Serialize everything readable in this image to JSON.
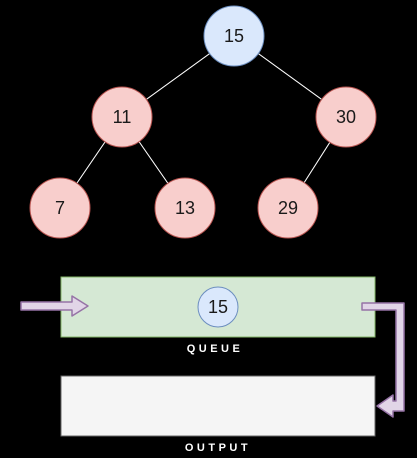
{
  "tree": {
    "nodes": [
      {
        "id": "n15",
        "label": "15",
        "role": "root"
      },
      {
        "id": "n11",
        "label": "11"
      },
      {
        "id": "n30",
        "label": "30"
      },
      {
        "id": "n7",
        "label": "7"
      },
      {
        "id": "n13",
        "label": "13"
      },
      {
        "id": "n29",
        "label": "29"
      }
    ],
    "edges": [
      [
        "n15",
        "n11"
      ],
      [
        "n15",
        "n30"
      ],
      [
        "n11",
        "n7"
      ],
      [
        "n11",
        "n13"
      ],
      [
        "n30",
        "n29"
      ]
    ]
  },
  "queue": {
    "caption": "QUEUE",
    "items": [
      "15"
    ]
  },
  "output": {
    "caption": "OUTPUT",
    "items": []
  },
  "colors": {
    "background": "#000000",
    "root_fill": "#dae8fc",
    "root_stroke": "#6c8ebf",
    "node_fill": "#f8cecc",
    "node_stroke": "#b85450",
    "edge": "#ffffff",
    "queue_fill": "#d5e8d4",
    "queue_stroke": "#82b366",
    "output_fill": "#f5f5f5",
    "output_stroke": "#666666",
    "arrow_fill": "#e1d5e7",
    "arrow_stroke": "#9673a6"
  }
}
